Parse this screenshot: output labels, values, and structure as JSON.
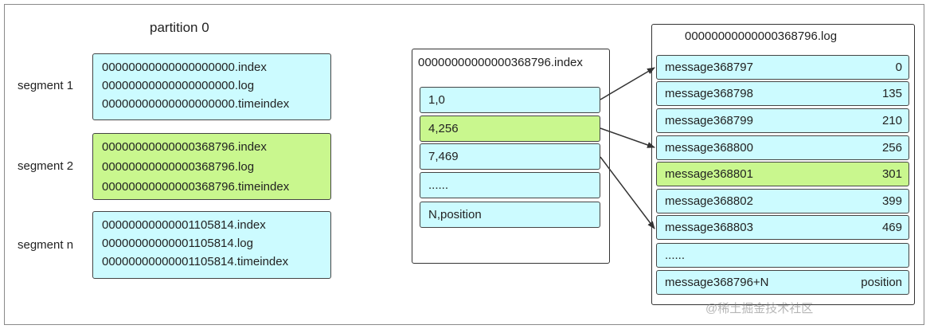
{
  "partition_title": "partition 0",
  "segments": [
    {
      "label": "segment 1",
      "files": [
        "00000000000000000000.index",
        "00000000000000000000.log",
        "00000000000000000000.timeindex"
      ],
      "highlight": false
    },
    {
      "label": "segment 2",
      "files": [
        "00000000000000368796.index",
        "00000000000000368796.log",
        "00000000000000368796.timeindex"
      ],
      "highlight": true
    },
    {
      "label": "segment n",
      "files": [
        "00000000000001105814.index",
        "00000000000001105814.log",
        "00000000000001105814.timeindex"
      ],
      "highlight": false
    }
  ],
  "index_file": {
    "title": "00000000000000368796.index",
    "entries": [
      "1,0",
      "4,256",
      "7,469",
      "......",
      "N,position"
    ],
    "highlight_index": 1
  },
  "log_file": {
    "title": "00000000000000368796.log",
    "messages": [
      {
        "name": "message368797",
        "position": "0"
      },
      {
        "name": "message368798",
        "position": "135"
      },
      {
        "name": "message368799",
        "position": "210"
      },
      {
        "name": "message368800",
        "position": "256"
      },
      {
        "name": "message368801",
        "position": "301"
      },
      {
        "name": "message368802",
        "position": "399"
      },
      {
        "name": "message368803",
        "position": "469"
      },
      {
        "name": "......",
        "position": ""
      },
      {
        "name": "message368796+N",
        "position": "position"
      }
    ],
    "highlight_index": 4
  },
  "watermark": "@稀土掘金技术社区",
  "colors": {
    "cyan": "#ccfbff",
    "green": "#c9f78e",
    "border": "#444444"
  }
}
